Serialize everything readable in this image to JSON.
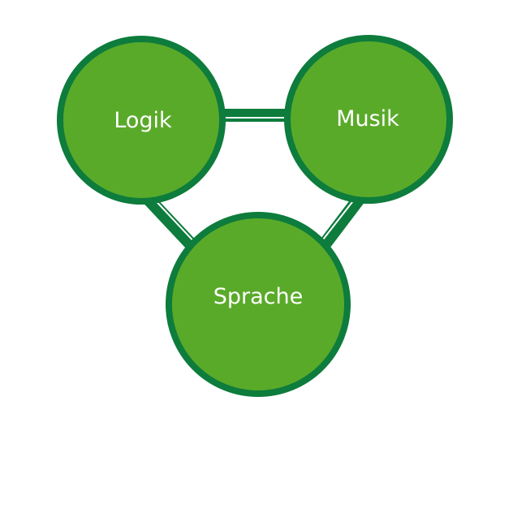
{
  "nodes": [
    {
      "id": "logik",
      "label": "Logik"
    },
    {
      "id": "musik",
      "label": "Musik"
    },
    {
      "id": "sprache",
      "label": "Sprache"
    }
  ],
  "edges": [
    {
      "from": "logik",
      "to": "musik"
    },
    {
      "from": "logik",
      "to": "sprache"
    },
    {
      "from": "musik",
      "to": "sprache"
    }
  ],
  "colors": {
    "fill": "#5aaa2a",
    "stroke": "#0d7c3c",
    "text": "#ffffff"
  }
}
